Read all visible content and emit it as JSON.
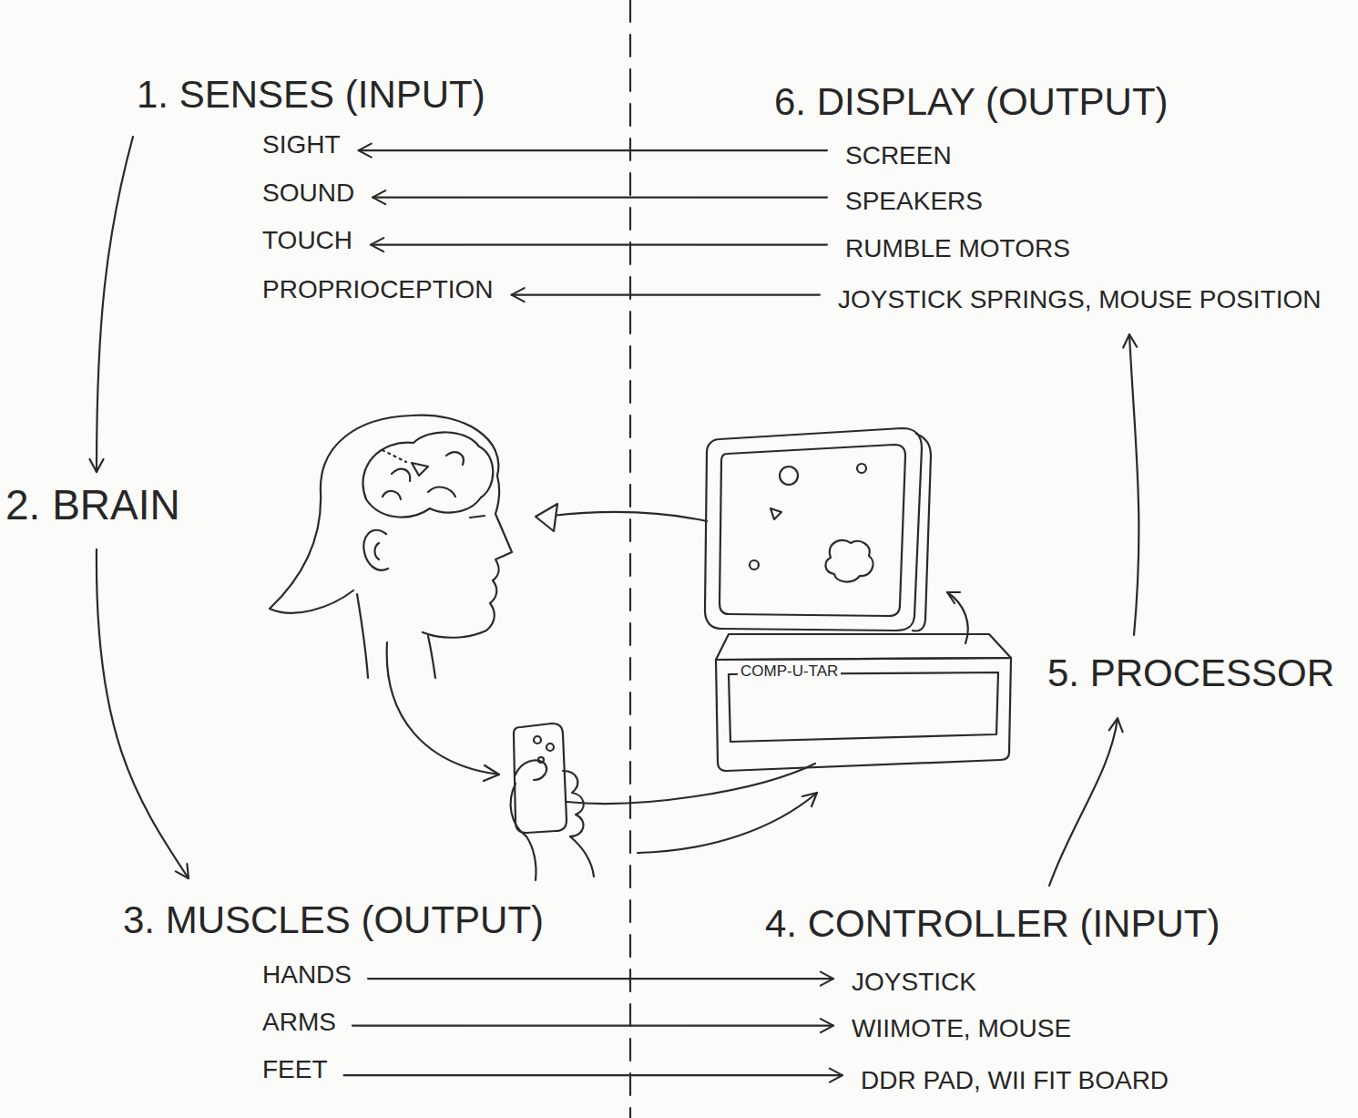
{
  "diagram": {
    "nodes": [
      {
        "text": [
          "1. SENSES (INPUT)"
        ]
      },
      {
        "text": [
          "SIGHT"
        ],
        "in": 0
      },
      {
        "text": [
          "SOUND"
        ],
        "in": 0
      },
      {
        "text": [
          "TOUCH"
        ],
        "in": 0
      },
      {
        "text": [
          "PROPRIOCEPTION"
        ],
        "in": 0
      },
      {
        "text": [
          "6. DISPLAY (OUTPUT)"
        ]
      },
      {
        "text": [
          "SCREEN"
        ],
        "in": 5
      },
      {
        "text": [
          "SPEAKERS"
        ],
        "in": 5
      },
      {
        "text": [
          "RUMBLE MOTORS"
        ],
        "in": 5
      },
      {
        "text": [
          "JOYSTICK SPRINGS, MOUSE POSITION"
        ],
        "in": 5
      },
      {
        "text": [
          "2. BRAIN"
        ]
      },
      {
        "text": [
          "5. PROCESSOR"
        ]
      },
      {
        "text": [
          "3. MUSCLES (OUTPUT)"
        ]
      },
      {
        "text": [
          "HANDS"
        ],
        "in": 12
      },
      {
        "text": [
          "ARMS"
        ],
        "in": 12
      },
      {
        "text": [
          "FEET"
        ],
        "in": 12
      },
      {
        "text": [
          "4. CONTROLLER (INPUT)"
        ]
      },
      {
        "text": [
          "JOYSTICK"
        ],
        "in": 16
      },
      {
        "text": [
          "WIIMOTE, MOUSE"
        ],
        "in": 16
      },
      {
        "text": [
          "DDR PAD, WII FIT BOARD"
        ],
        "in": 16
      }
    ],
    "edges": [
      {
        "from": 6,
        "to": 1,
        "arrow": "to"
      },
      {
        "from": 7,
        "to": 2,
        "arrow": "to"
      },
      {
        "from": 8,
        "to": 3,
        "arrow": "to"
      },
      {
        "from": 9,
        "to": 4,
        "arrow": "to"
      },
      {
        "from": 0,
        "to": 10,
        "arrow": "to"
      },
      {
        "from": 10,
        "to": 12,
        "arrow": "to"
      },
      {
        "from": 13,
        "to": 17,
        "arrow": "to"
      },
      {
        "from": 14,
        "to": 18,
        "arrow": "to"
      },
      {
        "from": 15,
        "to": 19,
        "arrow": "to"
      },
      {
        "from": 16,
        "to": 11,
        "arrow": "to"
      },
      {
        "from": 11,
        "to": 5,
        "arrow": "to"
      }
    ],
    "labels": [
      "COMP-U-TAR"
    ]
  }
}
